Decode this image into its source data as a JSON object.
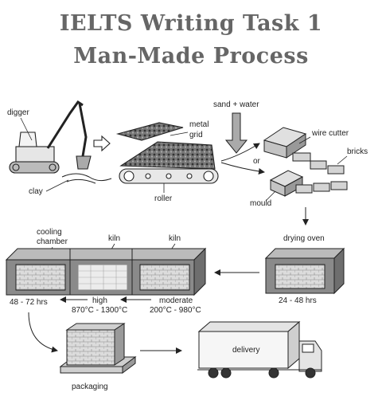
{
  "title": {
    "line1": "IELTS Writing Task 1",
    "line2": "Man-Made Process"
  },
  "labels": {
    "digger": "digger",
    "clay": "clay",
    "metal_grid_1": "metal",
    "metal_grid_2": "grid",
    "roller": "roller",
    "sand_water": "sand + water",
    "or": "or",
    "wire_cutter": "wire cutter",
    "bricks": "bricks",
    "mould": "mould",
    "drying_oven": "drying oven",
    "drying_time": "24 - 48 hrs",
    "cooling_chamber_1": "cooling",
    "cooling_chamber_2": "chamber",
    "kiln_high": "kiln",
    "kiln_moderate": "kiln",
    "cooling_time": "48 - 72 hrs",
    "high": "high",
    "high_temp": "870°C - 1300°C",
    "moderate": "moderate",
    "moderate_temp": "200°C - 980°C",
    "packaging": "packaging",
    "delivery": "delivery"
  },
  "colors": {
    "title": "#666666",
    "line": "#222222",
    "box_side": "#8a8a8a",
    "box_front": "#c8c8c8",
    "brick_fill": "#d9d9d9"
  }
}
